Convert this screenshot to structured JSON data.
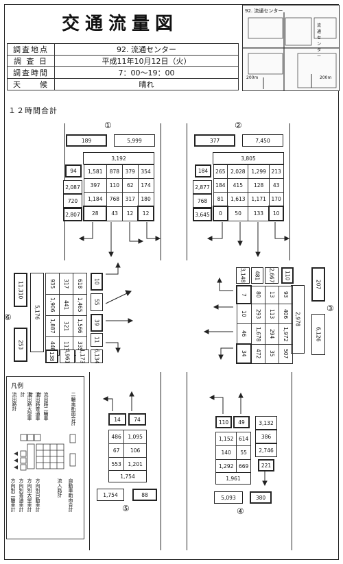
{
  "title": "交通流量図",
  "info": [
    {
      "k": "調査地点",
      "v": "92. 流通センター"
    },
    {
      "k": "調 査 日",
      "v": "平成11年10月12日（火）"
    },
    {
      "k": "調査時間",
      "v": "7：00～19：00"
    },
    {
      "k": "天　　候",
      "v": "晴れ"
    }
  ],
  "map": {
    "label": "92. 流通センター",
    "note_a": "流通センター",
    "note_b": "200m",
    "note_c": "200m"
  },
  "subtitle": "１２時間合計",
  "legend": {
    "title": "凡例",
    "top": [
      "流出路計",
      "流出路大型車計",
      "流出路普通車計",
      "流出路二輪車計",
      "二輪車断面合計"
    ],
    "bottom": [
      "方向別二輪車計",
      "方向別普通車計",
      "方向別大型車計",
      "方向別自動車計",
      "流入路計",
      "自動車断面合計"
    ]
  },
  "a1": {
    "n": "①",
    "out1": "189",
    "out2": "5,999",
    "total": "3,192",
    "inL": "94",
    "c1": "2,087",
    "c2": "720",
    "c3": "2,807",
    "rows": [
      [
        "1,581",
        "878",
        "379",
        "354"
      ],
      [
        "397",
        "110",
        "62",
        "174"
      ],
      [
        "1,184",
        "768",
        "317",
        "180"
      ]
    ],
    "bot": [
      "28",
      "43",
      "12",
      "12"
    ]
  },
  "a2": {
    "n": "②",
    "out1": "377",
    "out2": "7,450",
    "total": "3,805",
    "inL": "184",
    "c1": "2,877",
    "c2": "768",
    "c3": "3,645",
    "rows": [
      [
        "265",
        "2,028",
        "1,299",
        "213"
      ],
      [
        "184",
        "415",
        "128",
        "43"
      ],
      [
        "81",
        "1,613",
        "1,171",
        "170"
      ]
    ],
    "bot": [
      "0",
      "50",
      "133",
      "10"
    ]
  },
  "a3": {
    "n": "③",
    "top": [
      "3,148",
      "481",
      "2,667"
    ],
    "small": "110",
    "out": "207",
    "total": "2,978",
    "side": "6,126",
    "rows": [
      [
        "93",
        "13",
        "80",
        "7"
      ],
      [
        "406",
        "113",
        "293",
        "10"
      ],
      [
        "1,972",
        "294",
        "1,678",
        "46"
      ],
      [
        "507",
        "35",
        "472",
        "34"
      ]
    ]
  },
  "a5": {
    "n": "⑤",
    "top": [
      "14",
      "74"
    ],
    "rows": [
      [
        "486",
        "1,095"
      ],
      [
        "67",
        "106"
      ],
      [
        "553",
        "1,201"
      ]
    ],
    "total": "1,754",
    "bot": [
      "1,754",
      "88"
    ]
  },
  "a4": {
    "n": "④",
    "top": [
      "110",
      "49"
    ],
    "side": [
      "3,132",
      "386",
      "2,746"
    ],
    "rows": [
      [
        "1,152",
        "614"
      ],
      [
        "140",
        "55"
      ],
      [
        "1,292",
        "669"
      ]
    ],
    "total": "1,961",
    "small": "221",
    "bot": [
      "5,093",
      "380"
    ]
  },
  "a6": {
    "n": "⑥",
    "out": "11,310",
    "out2": "253",
    "total": "5,176",
    "sm": "138",
    "s2": "4,961",
    "s3": "1,173",
    "s4": "6,134",
    "cols": [
      [
        "935",
        "1,906",
        "1,887",
        "448"
      ],
      [
        "317",
        "441",
        "321",
        "113"
      ],
      [
        "618",
        "1,465",
        "1,566",
        "335"
      ]
    ],
    "right": [
      "10",
      "55",
      "39",
      "11"
    ]
  }
}
